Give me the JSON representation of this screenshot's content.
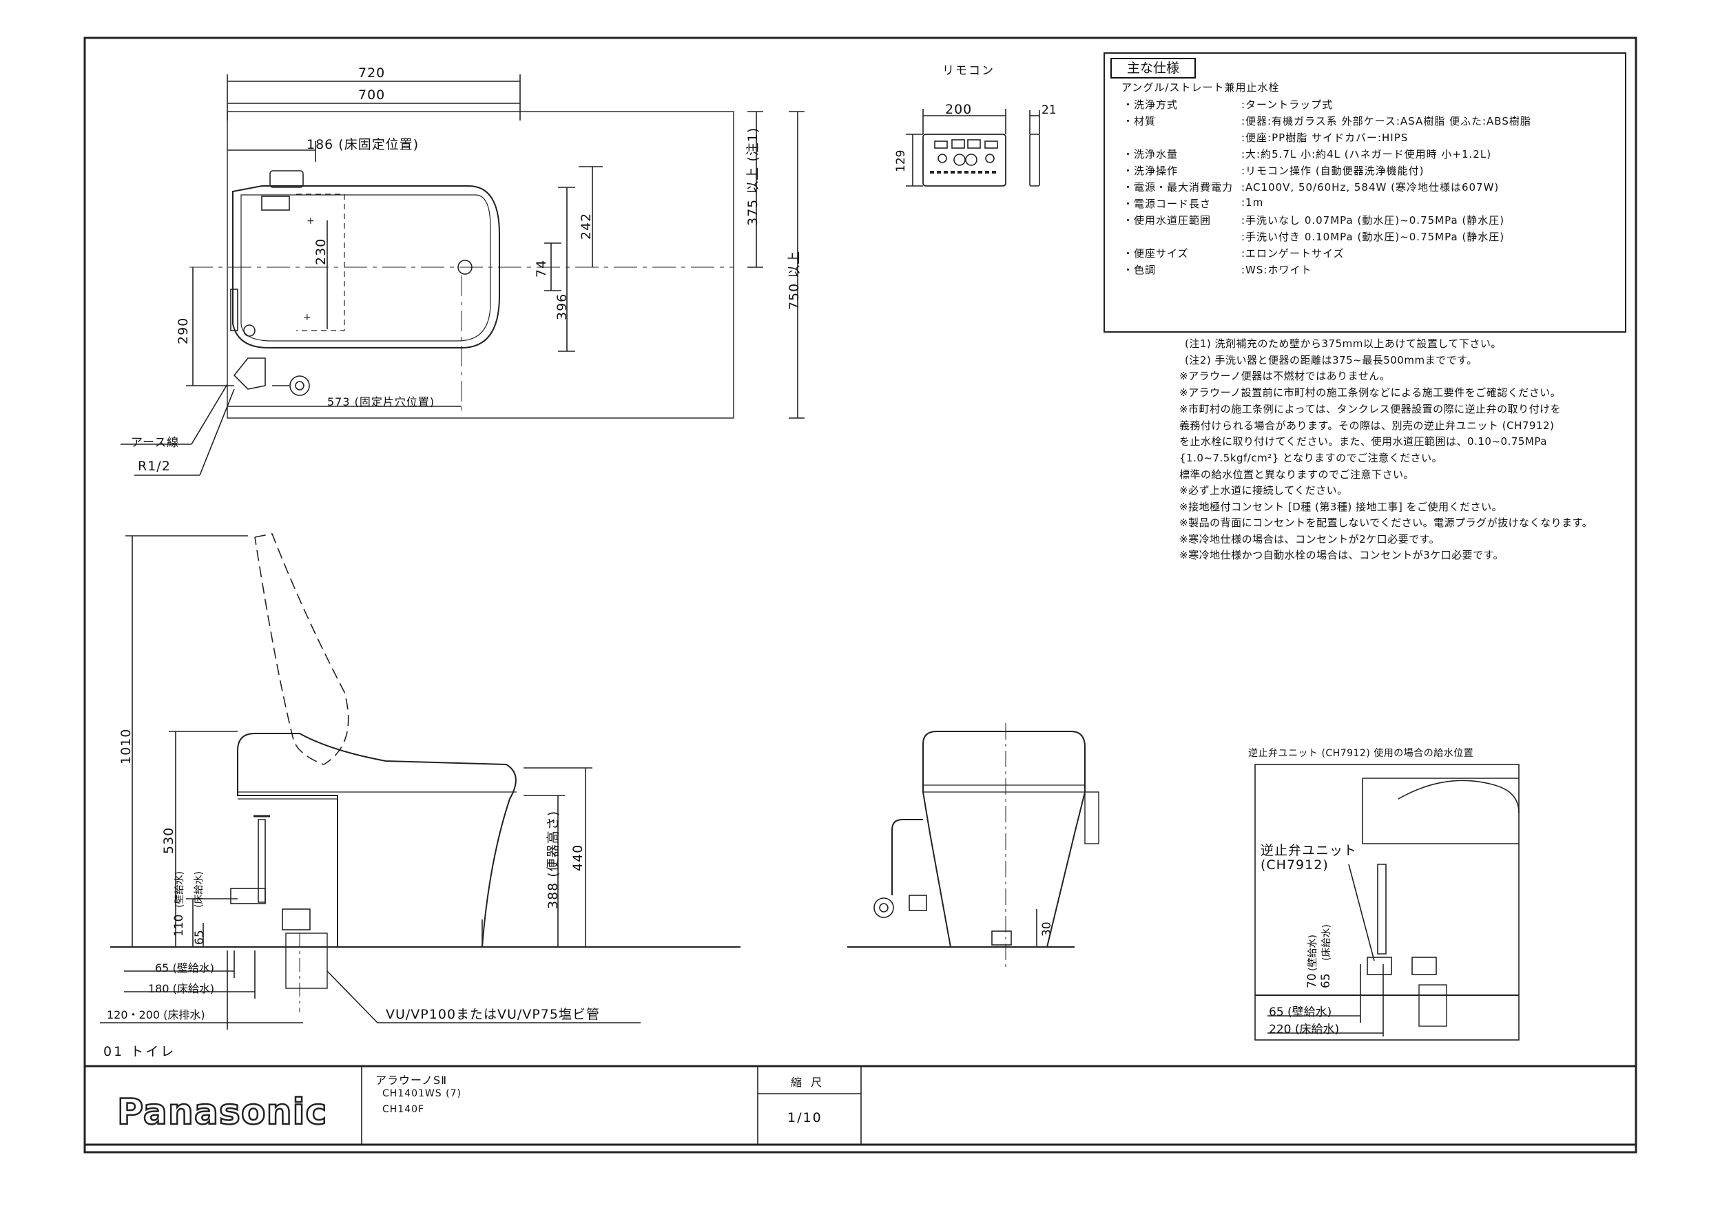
{
  "plan_view": {
    "dim_720": "720",
    "dim_700": "700",
    "dim_186": "186 (床固定位置)",
    "dim_230": "230",
    "dim_242": "242",
    "dim_74": "74",
    "dim_396": "396",
    "dim_290": "290",
    "dim_375": "375 以上 (注1)",
    "dim_750": "750 以上",
    "dim_573": "573 (固定片穴位置)",
    "label_earth": "アース線",
    "label_r12": "R1/2"
  },
  "remote": {
    "title": "リモコン",
    "dim_200": "200",
    "dim_21": "21",
    "dim_129": "129"
  },
  "specs": {
    "title": "主な仕様",
    "valve": "アングル/ストレート兼用止水栓",
    "rows": [
      {
        "label": "・洗浄方式",
        "value": ":ターントラップ式"
      },
      {
        "label": "・材質",
        "value": ":便器:有機ガラス系 外部ケース:ASA樹脂 便ふた:ABS樹脂"
      },
      {
        "label": "",
        "value": ":便座:PP樹脂 サイドカバー:HIPS"
      },
      {
        "label": "・洗浄水量",
        "value": ":大:約5.7L 小:約4L (ハネガード使用時 小+1.2L)"
      },
      {
        "label": "・洗浄操作",
        "value": ":リモコン操作 (自動便器洗浄機能付)"
      },
      {
        "label": "・電源・最大消費電力",
        "value": ":AC100V, 50/60Hz, 584W (寒冷地仕様は607W)"
      },
      {
        "label": "・電源コード長さ",
        "value": ":1m"
      },
      {
        "label": "・使用水道圧範囲",
        "value": ":手洗いなし 0.07MPa (動水圧)~0.75MPa (静水圧)"
      },
      {
        "label": "",
        "value": ":手洗い付き 0.10MPa (動水圧)~0.75MPa (静水圧)"
      },
      {
        "label": "・便座サイズ",
        "value": ":エロンゲートサイズ"
      },
      {
        "label": "・色調",
        "value": ":WS:ホワイト"
      }
    ]
  },
  "notes": [
    "(注1) 洗剤補充のため壁から375mm以上あけて設置して下さい。",
    "(注2) 手洗い器と便器の距離は375~最長500mmまでです。",
    "※アラウーノ便器は不燃材ではありません。",
    "※アラウーノ設置前に市町村の施工条例などによる施工要件をご確認ください。",
    "※市町村の施工条例によっては、タンクレス便器設置の際に逆止弁の取り付けを",
    "  義務付けられる場合があります。その際は、別売の逆止弁ユニット (CH7912)",
    "  を止水栓に取り付けてください。また、使用水道圧範囲は、0.10~0.75MPa",
    "  {1.0~7.5kgf/cm²} となりますのでご注意ください。",
    "  標準の給水位置と異なりますのでご注意下さい。",
    "※必ず上水道に接続してください。",
    "※接地極付コンセント [D種 (第3種) 接地工事] をご使用ください。",
    "※製品の背面にコンセントを配置しないでください。電源プラグが抜けなくなります。",
    "※寒冷地仕様の場合は、コンセントが2ケ口必要です。",
    "※寒冷地仕様かつ自動水栓の場合は、コンセントが3ケ口必要です。"
  ],
  "side_view": {
    "dim_1010": "1010",
    "dim_530": "530",
    "dim_440": "440",
    "dim_388": "388 (便器高さ)",
    "dim_110": "110",
    "dim_65v": "65",
    "label_wall_water": "(壁給水)",
    "label_floor_water": "(床給水)",
    "dim_65_wall": "65 (壁給水)",
    "dim_180_floor": "180 (床給水)",
    "dim_120_200": "120・200 (床排水)",
    "pipe_label": "VU/VP100またはVU/VP75塩ビ管"
  },
  "front_view": {
    "dim_30": "30"
  },
  "check_valve": {
    "title": "逆止弁ユニット (CH7912) 使用の場合の給水位置",
    "unit_label": "逆止弁ユニット",
    "unit_code": "(CH7912)",
    "dim_70": "70",
    "dim_65": "65",
    "label_wall_water": "(壁給水)",
    "label_floor_water": "(床給水)",
    "dim_65_wall": "65 (壁給水)",
    "dim_220_floor": "220 (床給水)"
  },
  "sheet": {
    "index": "01 トイレ",
    "brand": "Panasonic",
    "product": "アラウーノSⅡ",
    "model1": "CH1401WS (7)",
    "model2": "CH140F",
    "scale_label": "縮 尺",
    "scale_value": "1/10"
  }
}
